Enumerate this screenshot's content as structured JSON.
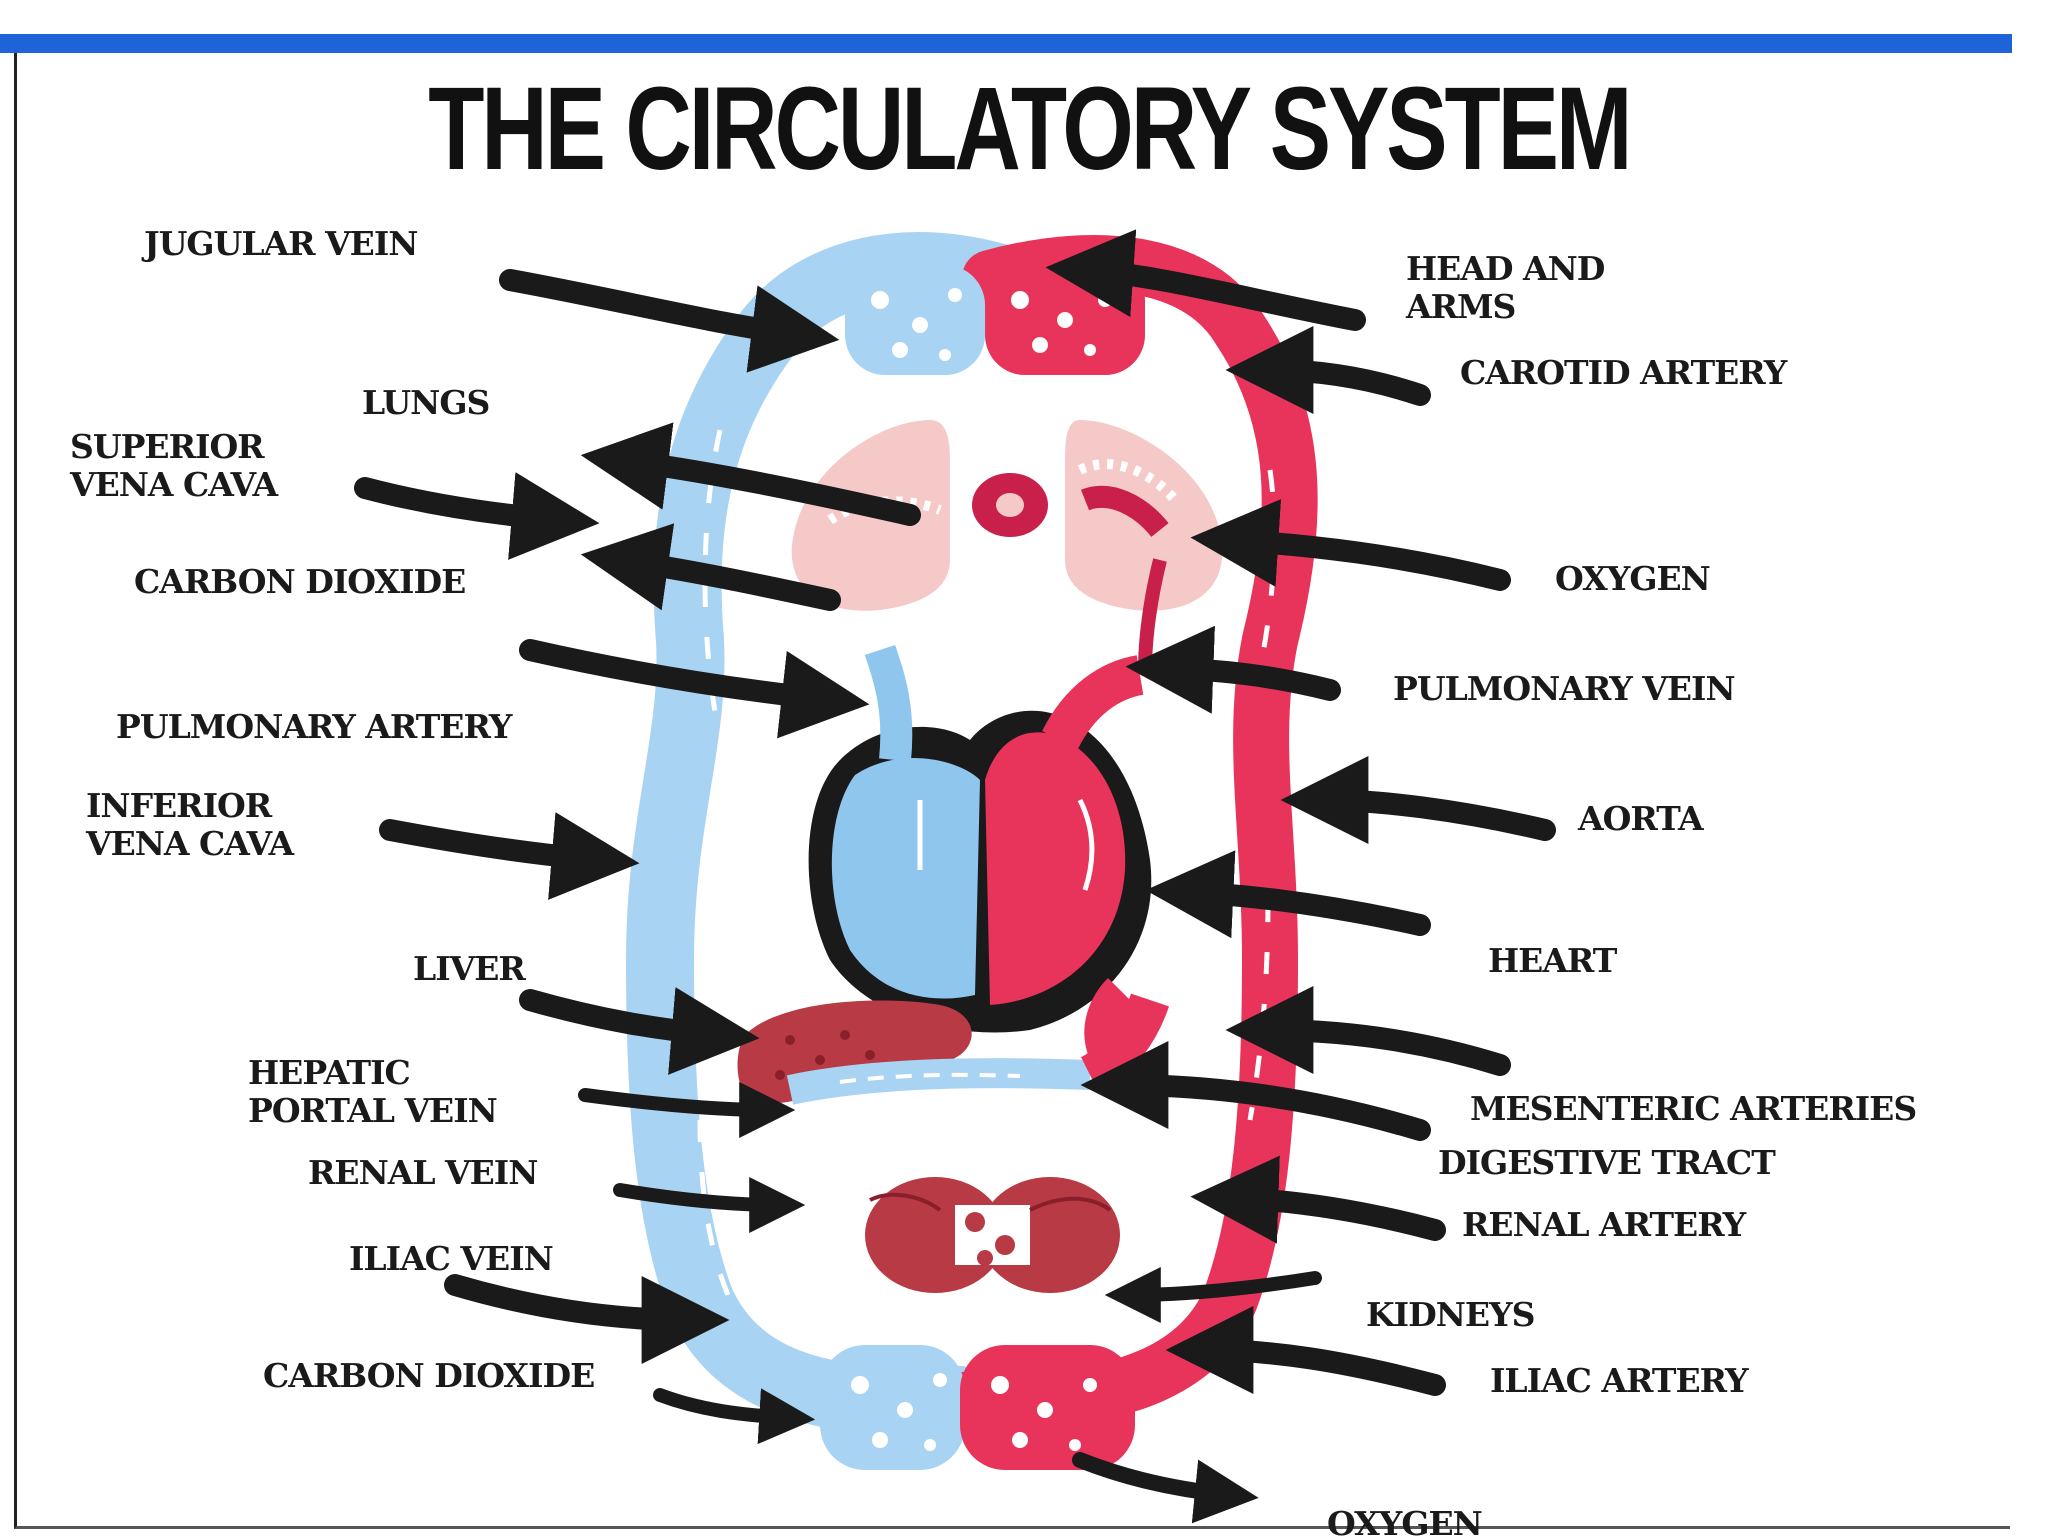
{
  "title": "THE CIRCULATORY SYSTEM",
  "colors": {
    "vein": "#a9d3f2",
    "artery": "#e8345a",
    "lung": "#f6c9c9",
    "liver": "#b73a45",
    "arrow": "#1a1a1a",
    "bar": "#1e63d8"
  },
  "labels": {
    "jugular_vein": "JUGULAR VEIN",
    "lungs": "LUNGS",
    "superior_vena_cava": "SUPERIOR\nVENA CAVA",
    "carbon_dioxide_top": "CARBON DIOXIDE",
    "pulmonary_artery": "PULMONARY ARTERY",
    "inferior_vena_cava": "INFERIOR\nVENA CAVA",
    "liver": "LIVER",
    "hepatic_portal_vein": "HEPATIC\nPORTAL VEIN",
    "renal_vein": "RENAL VEIN",
    "iliac_vein": "ILIAC VEIN",
    "carbon_dioxide_bottom": "CARBON DIOXIDE",
    "head_and_arms": "HEAD AND\nARMS",
    "carotid_artery": "CAROTID ARTERY",
    "oxygen_top": "OXYGEN",
    "pulmonary_vein": "PULMONARY VEIN",
    "aorta": "AORTA",
    "heart": "HEART",
    "mesenteric_arteries": "MESENTERIC ARTERIES",
    "digestive_tract": "DIGESTIVE TRACT",
    "renal_artery": "RENAL ARTERY",
    "kidneys": "KIDNEYS",
    "iliac_artery": "ILIAC ARTERY",
    "oxygen_bottom": "OXYGEN"
  }
}
